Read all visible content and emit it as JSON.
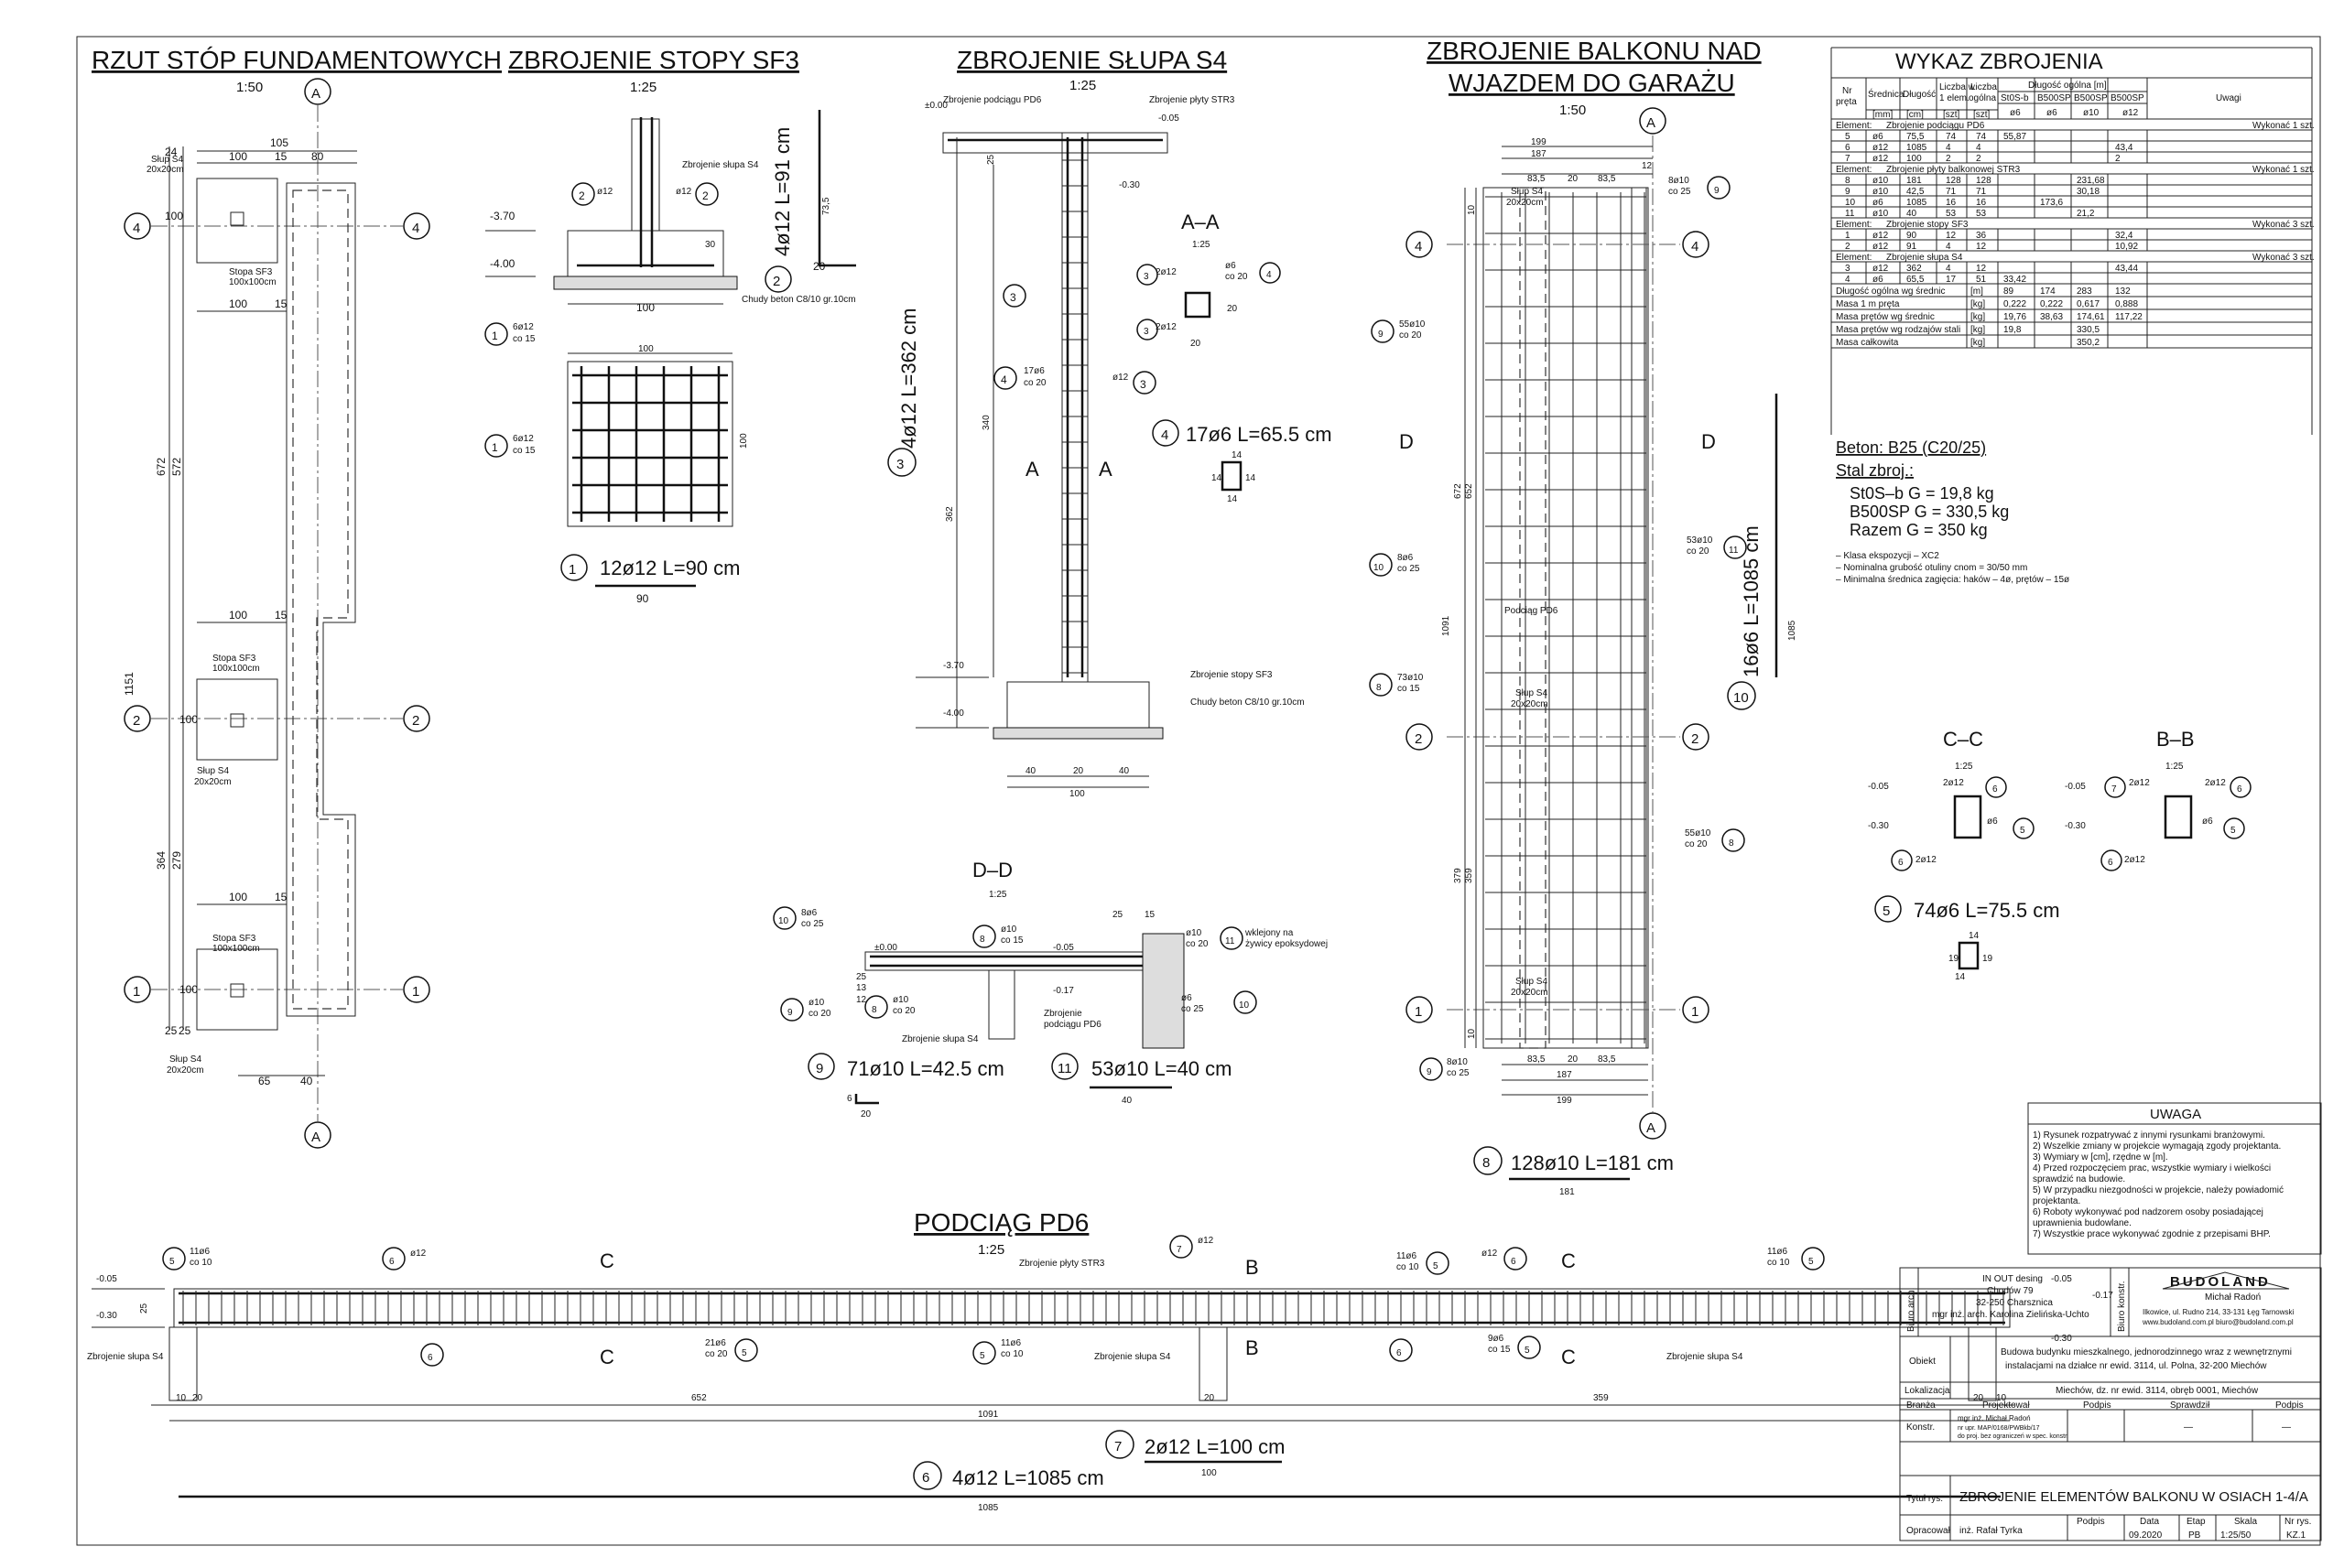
{
  "titles": {
    "plan": "RZUT STÓP FUNDAMENTOWYCH",
    "footing": "ZBROJENIE STOPY SF3",
    "column": "ZBROJENIE SŁUPA S4",
    "balcony_l1": "ZBROJENIE BALKONU NAD",
    "balcony_l2": "WJAZDEM DO GARAŻU",
    "beam": "PODCIĄG PD6",
    "dd": "D–D",
    "aa": "A–A",
    "cc": "C–C",
    "bb": "B–B",
    "table": "WYKAZ ZBROJENIA",
    "uwaga": "UWAGA"
  },
  "scales": {
    "s50": "1:50",
    "s25": "1:25"
  },
  "axes": {
    "A": "A",
    "D": "D",
    "B": "B",
    "C": "C",
    "n1": "1",
    "n2": "2",
    "n4": "4"
  },
  "plan": {
    "slup1": "Słup S4",
    "slup1b": "20x20cm",
    "stopa1": "Stopa SF3",
    "stopa1b": "100x100cm",
    "slup2": "Słup S4",
    "slup2b": "20x20cm",
    "stopa2": "Stopa SF3",
    "stopa2b": "100x100cm",
    "stopa3": "Stopa SF3",
    "stopa3b": "100x100cm",
    "slup3": "Słup S4",
    "slup3b": "20x20cm",
    "d105": "105",
    "d100a": "100",
    "d15a": "15",
    "d80": "80",
    "d100b": "100",
    "d15b": "15",
    "d100c": "100",
    "d15c": "15",
    "d100d": "100",
    "d15d": "15",
    "d65": "65",
    "d40": "40",
    "v1151": "1151",
    "v672": "672",
    "v572": "572",
    "v364": "364",
    "v279": "279",
    "v100a": "100",
    "v100b": "100",
    "v25a": "25",
    "v25b": "25",
    "v24": "24",
    "v100c": "100"
  },
  "footing": {
    "lbl_slup": "Zbrojenie słupa S4",
    "lbl_chudy": "Chudy beton C8/10 gr.10cm",
    "lvl1": "-3.70",
    "lvl2": "-4.00",
    "phi12a": "ø12",
    "phi12b": "ø12",
    "d100": "100",
    "d30": "30",
    "d100b": "100",
    "d100c": "100",
    "bar1a_t": "6ø12",
    "bar1a_b": "co 15",
    "bar1b_t": "6ø12",
    "bar1b_b": "co 15",
    "n1": "1",
    "n2a": "2",
    "n2b": "2",
    "n1b": "1",
    "n1c": "1",
    "n2c": "2",
    "sched1": "12ø12  L=90 cm",
    "sched1_len": "90",
    "sched2": "4ø12  L=91 cm",
    "sched2_len": "20",
    "sched2_h": "73,5"
  },
  "column": {
    "lbl_pd6": "Zbrojenie podciągu PD6",
    "lbl_str3": "Zbrojenie płyty STR3",
    "lvl0": "±0.00",
    "lvl005": "-0.05",
    "lvl030": "-0.30",
    "lvl370": "-3.70",
    "lvl400": "-4.00",
    "lbl_sf3": "Zbrojenie stopy SF3",
    "lbl_chudy": "Chudy beton C8/10 gr.10cm",
    "d40a": "40",
    "d20": "20",
    "d40b": "40",
    "d100": "100",
    "v362": "362",
    "v340": "340",
    "v25": "25",
    "b17a": "17ø6",
    "b17b": "co 20",
    "phi12": "ø12",
    "n3a": "3",
    "n3b": "3",
    "n4": "4",
    "n3c": "3",
    "sched3": "4ø12  L=362 cm",
    "aa_2phi12a": "2ø12",
    "aa_2phi12b": "2ø12",
    "aa_phi6": "ø6",
    "aa_co20": "co 20",
    "aa_n3a": "3",
    "aa_n3b": "3",
    "aa_n4": "4",
    "aa_d20a": "20",
    "aa_d20b": "20",
    "sched4": "17ø6  L=65.5 cm",
    "s4_14a": "14",
    "s4_14b": "14",
    "s4_14c": "14",
    "s4_14d": "14"
  },
  "dd": {
    "b10_t": "8ø6",
    "b10_b": "co 25",
    "b8_t": "ø10",
    "b8_b": "co 15",
    "lvl0": "±0.00",
    "lvl005": "-0.05",
    "lvl017": "-0.17",
    "b9_t": "ø10",
    "b9_b": "co 20",
    "b8b_t": "ø10",
    "b8b_b": "co 20",
    "b11_t": "ø10",
    "b11_b": "co 20",
    "b11_note1": "wklejony na",
    "b11_note2": "żywicy epoksydowej",
    "b10b_t": "ø6",
    "b10b_b": "co 25",
    "lbl_slup": "Zbrojenie słupa S4",
    "lbl_pd6a": "Zbrojenie",
    "lbl_pd6b": "podciągu PD6",
    "d25a": "25",
    "d15": "15",
    "v25": "25",
    "v12": "12",
    "v13": "13",
    "n10": "10",
    "n8": "8",
    "n11": "11",
    "n9": "9",
    "n8b": "8",
    "n10b": "10",
    "sched9": "71ø10   L=42.5 cm",
    "s9_6": "6",
    "s9_20": "20",
    "sched11": "53ø10   L=40 cm",
    "s11_40": "40"
  },
  "balcony": {
    "d199": "199",
    "d187": "187",
    "d12a": "12",
    "d835a": "83,5",
    "d20a": "20",
    "d835b": "83,5",
    "d835c": "83,5",
    "d20b": "20",
    "d835d": "83,5",
    "d187b": "187",
    "d199b": "199",
    "d10a": "10",
    "d10b": "10",
    "slup1": "Słup S4",
    "slup1b": "20x20cm",
    "pd6": "Podciąg PD6",
    "slup2": "Słup S4",
    "slup2b": "20x20cm",
    "slup3": "Słup S4",
    "slup3b": "20x20cm",
    "b9a_t": "8ø10",
    "b9a_b": "co 25",
    "b9b_t": "55ø10",
    "b9b_b": "co 20",
    "b10_t": "8ø6",
    "b10_b": "co 25",
    "b8_t": "73ø10",
    "b8_b": "co 15",
    "b11_t": "53ø10",
    "b11_b": "co 20",
    "b8b_t": "55ø10",
    "b8b_b": "co 20",
    "b9c_t": "8ø10",
    "b9c_b": "co 25",
    "v672": "672",
    "v652": "652",
    "v1091": "1091",
    "v379": "379",
    "v359": "359",
    "v1085": "1085",
    "n9a": "9",
    "n9b": "9",
    "n10": "10",
    "n8": "8",
    "n11": "11",
    "n8b": "8",
    "n9c": "9",
    "sched10": "16ø6  L=1085 cm",
    "n10s": "10",
    "sched8": "128ø10   L=181 cm",
    "s8_181": "181",
    "n8s": "8"
  },
  "sections": {
    "cc_lvl005": "-0.05",
    "cc_lvl030": "-0.30",
    "cc_2phi12": "2ø12",
    "cc_phi6": "ø6",
    "cc_n6a": "6",
    "cc_n5": "5",
    "cc_n6b": "6",
    "bb_lvl005": "-0.05",
    "bb_lvl030": "-0.30",
    "bb_2phi12": "2ø12",
    "bb_2phi12b": "2ø12",
    "bb_phi6": "ø6",
    "bb_n7": "7",
    "bb_n6a": "6",
    "bb_n5": "5",
    "bb_n6b": "6",
    "sched5": "74ø6   L=75.5 cm",
    "s5_14a": "14",
    "s5_14b": "14",
    "s5_19a": "19",
    "s5_19b": "19",
    "n5s": "5"
  },
  "beam": {
    "b5a_t": "11ø6",
    "b5a_b": "co 10",
    "phi12a": "ø12",
    "phi12b": "ø12",
    "b5b_t": "11ø6",
    "b5b_b": "co 10",
    "phi12c": "ø12",
    "b5c_t": "11ø6",
    "b5c_b": "co 10",
    "lvl005": "-0.05",
    "lvl030": "-0.30",
    "lvl005r": "-0.05",
    "lvl017r": "-0.17",
    "lvl030r": "-0.30",
    "lbl_str3": "Zbrojenie płyty STR3",
    "lbl_slup_l": "Zbrojenie słupa S4",
    "lbl_slup_m": "Zbrojenie słupa S4",
    "lbl_slup_r": "Zbrojenie słupa S4",
    "b5d_t": "21ø6",
    "b5d_b": "co 20",
    "b5e_t": "11ø6",
    "b5e_b": "co 10",
    "b5f_t": "9ø6",
    "b5f_b": "co 15",
    "d10a": "10",
    "d20a": "20",
    "d652": "652",
    "d20b": "20",
    "d359": "359",
    "d20c": "20",
    "d10b": "10",
    "d1091": "1091",
    "v25": "25",
    "n5a": "5",
    "n6a": "6",
    "n7a": "7",
    "n5b": "5",
    "n6b": "6",
    "n5c": "5",
    "n6c": "6",
    "n5d": "5",
    "n5e": "5",
    "n6d": "6",
    "n5f": "5",
    "sched7": "2ø12   L=100 cm",
    "s7_100": "100",
    "n7s": "7",
    "sched6": "4ø12   L=1085 cm",
    "s6_1085": "1085",
    "n6s": "6"
  },
  "table": {
    "h_nr": "Nr",
    "h_nr2": "pręta",
    "h_sred": "Średnica",
    "h_dl": "Długość",
    "h_lw": "Liczba w",
    "h_lw2": "1 elem.",
    "h_lo": "Liczba",
    "h_lo2": "ogólna",
    "h_dog": "Długość ogólna [m]",
    "h_st": "St0S-b",
    "h_b1": "B500SP",
    "h_b2": "B500SP",
    "h_b3": "B500SP",
    "h_uw": "Uwagi",
    "u_mm": "[mm]",
    "u_cm": "[cm]",
    "u_szt": "[szt]",
    "u_szt2": "[szt]",
    "p6": "ø6",
    "p6b": "ø6",
    "p10": "ø10",
    "p12": "ø12",
    "rows": [
      {
        "type": "el",
        "a": "Element:",
        "b": "Zbrojenie podciągu PD6",
        "c": "Wykonać 1 szt."
      },
      {
        "type": "r",
        "nr": "5",
        "s": "ø6",
        "l": "75,5",
        "lw": "74",
        "lo": "74",
        "st": "55,87",
        "b1": "",
        "b2": "",
        "b3": ""
      },
      {
        "type": "r",
        "nr": "6",
        "s": "ø12",
        "l": "1085",
        "lw": "4",
        "lo": "4",
        "st": "",
        "b1": "",
        "b2": "",
        "b3": "43,4"
      },
      {
        "type": "r",
        "nr": "7",
        "s": "ø12",
        "l": "100",
        "lw": "2",
        "lo": "2",
        "st": "",
        "b1": "",
        "b2": "",
        "b3": "2"
      },
      {
        "type": "el",
        "a": "Element:",
        "b": "Zbrojenie płyty balkonowej STR3",
        "c": "Wykonać 1 szt."
      },
      {
        "type": "r",
        "nr": "8",
        "s": "ø10",
        "l": "181",
        "lw": "128",
        "lo": "128",
        "st": "",
        "b1": "",
        "b2": "231,68",
        "b3": ""
      },
      {
        "type": "r",
        "nr": "9",
        "s": "ø10",
        "l": "42,5",
        "lw": "71",
        "lo": "71",
        "st": "",
        "b1": "",
        "b2": "30,18",
        "b3": ""
      },
      {
        "type": "r",
        "nr": "10",
        "s": "ø6",
        "l": "1085",
        "lw": "16",
        "lo": "16",
        "st": "",
        "b1": "173,6",
        "b2": "",
        "b3": ""
      },
      {
        "type": "r",
        "nr": "11",
        "s": "ø10",
        "l": "40",
        "lw": "53",
        "lo": "53",
        "st": "",
        "b1": "",
        "b2": "21,2",
        "b3": ""
      },
      {
        "type": "el",
        "a": "Element:",
        "b": "Zbrojenie stopy SF3",
        "c": "Wykonać 3 szt."
      },
      {
        "type": "r",
        "nr": "1",
        "s": "ø12",
        "l": "90",
        "lw": "12",
        "lo": "36",
        "st": "",
        "b1": "",
        "b2": "",
        "b3": "32,4"
      },
      {
        "type": "r",
        "nr": "2",
        "s": "ø12",
        "l": "91",
        "lw": "4",
        "lo": "12",
        "st": "",
        "b1": "",
        "b2": "",
        "b3": "10,92"
      },
      {
        "type": "el",
        "a": "Element:",
        "b": "Zbrojenie słupa S4",
        "c": "Wykonać 3 szt."
      },
      {
        "type": "r",
        "nr": "3",
        "s": "ø12",
        "l": "362",
        "lw": "4",
        "lo": "12",
        "st": "",
        "b1": "",
        "b2": "",
        "b3": "43,44"
      },
      {
        "type": "r",
        "nr": "4",
        "s": "ø6",
        "l": "65,5",
        "lw": "17",
        "lo": "51",
        "st": "33,42",
        "b1": "",
        "b2": "",
        "b3": ""
      }
    ],
    "sum": [
      {
        "a": "Długość ogólna wg średnic",
        "u": "[m]",
        "st": "89",
        "b1": "174",
        "b2": "283",
        "b3": "132"
      },
      {
        "a": "Masa 1 m pręta",
        "u": "[kg]",
        "st": "0,222",
        "b1": "0,222",
        "b2": "0,617",
        "b3": "0,888"
      },
      {
        "a": "Masa prętów wg średnic",
        "u": "[kg]",
        "st": "19,76",
        "b1": "38,63",
        "b2": "174,61",
        "b3": "117,22"
      },
      {
        "a": "Masa prętów wg rodzajów stali",
        "u": "[kg]",
        "st": "19,8",
        "b1": "",
        "b2": "330,5",
        "b3": ""
      },
      {
        "a": "Masa całkowita",
        "u": "[kg]",
        "st": "",
        "b1": "",
        "b2": "350,2",
        "b3": ""
      }
    ]
  },
  "notes": {
    "beton": "Beton:   B25 (C20/25)",
    "stal": "Stal zbroj.:",
    "st0s": "St0S–b   G = 19,8 kg",
    "b500": "B500SP   G = 330,5 kg",
    "razem": "Razem   G = 350 kg",
    "k1": "– Klasa ekspozycji – XC2",
    "k2": "– Nominalna grubość otuliny cnom = 30/50 mm",
    "k3": "– Minimalna średnica zagięcia: haków – 4ø, prętów – 15ø"
  },
  "uwaga": {
    "l1": "1) Rysunek rozpatrywać z innymi rysunkami branżowymi.",
    "l2": "2) Wszelkie zmiany w projekcie wymagają zgody projektanta.",
    "l3": "3) Wymiary w [cm], rzędne w [m].",
    "l4": "4) Przed rozpoczęciem prac, wszystkie wymiary i wielkości",
    "l4b": "sprawdzić na budowie.",
    "l5": "5) W przypadku niezgodności w projekcie, należy powiadomić",
    "l5b": "projektanta.",
    "l6": "6) Roboty wykonywać pod nadzorem osoby posiadającej",
    "l6b": "uprawnienia budowlane.",
    "l7": "7) Wszystkie prace wykonywać zgodnie z przepisami BHP."
  },
  "titleblock": {
    "biuro_arch": "Biuro arch.",
    "arch1": "IN OUT desing",
    "arch2": "Chodów 79",
    "arch3": "32-250 Charsznica",
    "arch4": "mgr inż. arch. Karolina Zielińska-Uchto",
    "biuro_konstr": "Biuro konstr.",
    "logo": "BUDOLAND",
    "logo_sub": "Michał Radoń",
    "konstr1": "Ilkowice, ul. Rudno 214, 33-131 Łęg Tarnowski",
    "konstr2": "www.budoland.com.pl     biuro@budoland.com.pl",
    "obiekt": "Obiekt",
    "obiekt1": "Budowa budynku mieszkalnego, jednorodzinnego wraz z wewnętrznymi",
    "obiekt2": "instalacjami na działce nr ewid. 3114, ul. Polna, 32-200 Miechów",
    "lok": "Lokalizacja",
    "lok1": "Miechów, dz. nr ewid. 3114, obręb 0001, Miechów",
    "branza": "Branża",
    "proj": "Projektował",
    "podpis": "Podpis",
    "spr": "Sprawdził",
    "podpis2": "Podpis",
    "konstr": "Konstr.",
    "proj_name": "mgr inż. Michał Radoń",
    "proj_l2": "nr upr. MAP/0168/PWBkb/17",
    "proj_l3": "do proj. bez ograniczeń w spec. konstr.",
    "spr_dash": "—",
    "pod_dash": "—",
    "tytul": "Tytuł rys.",
    "tytul_v": "ZBROJENIE ELEMENTÓW BALKONU W OSIACH 1-4/A",
    "oprac": "Opracował",
    "oprac_v": "inż. Rafał Tyrka",
    "h_podpis": "Podpis",
    "h_data": "Data",
    "h_etap": "Etap",
    "h_skala": "Skala",
    "h_nr": "Nr rys.",
    "data": "09.2020",
    "etap": "PB",
    "skala": "1:25/50",
    "nr": "KZ.1"
  }
}
